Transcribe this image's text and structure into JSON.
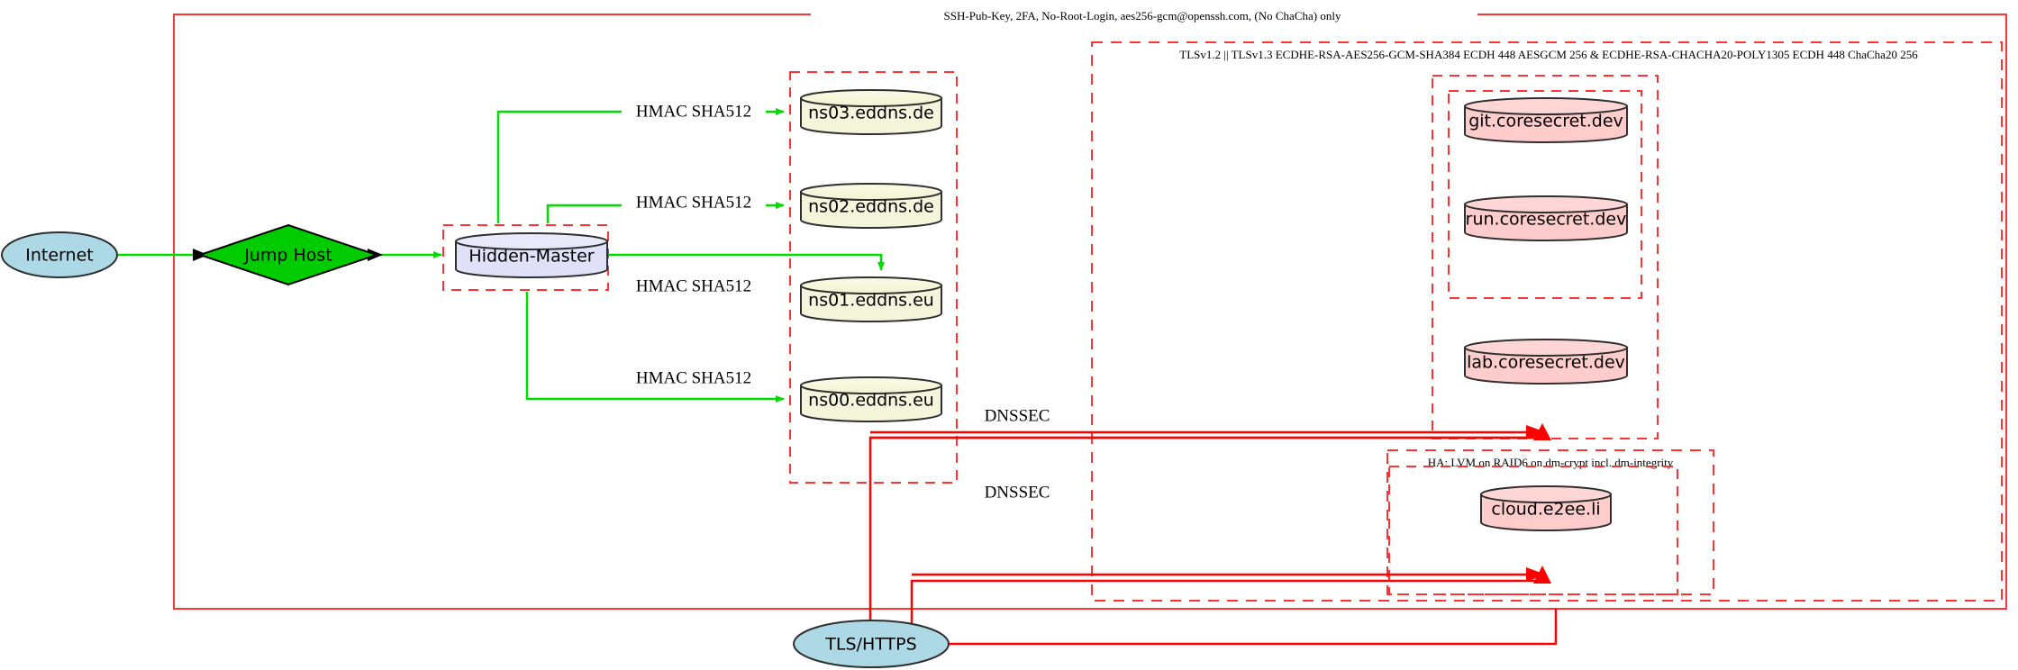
{
  "diagram": {
    "type": "network-architecture-graph",
    "colors": {
      "cluster_border": "#ff3333",
      "ssh_edge": "#00dd00",
      "tls_edge": "#ff0000",
      "internet_fill": "#add8e6",
      "jumphost_fill": "#00cc00",
      "hidden_master_fill": "#e0e0f8",
      "dns_fill": "#f5f5dc",
      "secret_fill": "#ffcccc",
      "node_stroke": "#2f2f2f"
    },
    "clusters": [
      {
        "id": "cluster-ssh",
        "label": "SSH-Pub-Key, 2FA, No-Root-Login, aes256-gcm@openssh.com, (No ChaCha) only"
      },
      {
        "id": "cluster-tls",
        "label": "TLSv1.2 || TLSv1.3 ECDHE-RSA-AES256-GCM-SHA384 ECDH 448 AESGCM 256 & ECDHE-RSA-CHACHA20-POLY1305 ECDH 448 ChaCha20 256"
      },
      {
        "id": "cluster-ha",
        "label": "HA: LVM on RAID6 on dm-crypt incl. dm-integrity"
      },
      {
        "id": "cluster-hidden",
        "label": ""
      },
      {
        "id": "cluster-dns",
        "label": ""
      },
      {
        "id": "cluster-coresecret",
        "label": ""
      },
      {
        "id": "cluster-cloud",
        "label": ""
      }
    ],
    "nodes": [
      {
        "id": "internet",
        "label": "Internet",
        "shape": "ellipse"
      },
      {
        "id": "jumphost",
        "label": "Jump Host",
        "shape": "diamond"
      },
      {
        "id": "hidden-master",
        "label": "Hidden-Master",
        "shape": "cylinder"
      },
      {
        "id": "ns03",
        "label": "ns03.eddns.de",
        "shape": "cylinder"
      },
      {
        "id": "ns02",
        "label": "ns02.eddns.de",
        "shape": "cylinder"
      },
      {
        "id": "ns01",
        "label": "ns01.eddns.eu",
        "shape": "cylinder"
      },
      {
        "id": "ns00",
        "label": "ns00.eddns.eu",
        "shape": "cylinder"
      },
      {
        "id": "git",
        "label": "git.coresecret.dev",
        "shape": "cylinder"
      },
      {
        "id": "run",
        "label": "run.coresecret.dev",
        "shape": "cylinder"
      },
      {
        "id": "lab",
        "label": "lab.coresecret.dev",
        "shape": "cylinder"
      },
      {
        "id": "cloud",
        "label": "cloud.e2ee.li",
        "shape": "cylinder"
      },
      {
        "id": "tls-https",
        "label": "TLS/HTTPS",
        "shape": "ellipse"
      }
    ],
    "edges": [
      {
        "from": "internet",
        "to": "jumphost",
        "label": "",
        "color": "green"
      },
      {
        "from": "jumphost",
        "to": "hidden-master",
        "label": "",
        "color": "green"
      },
      {
        "from": "hidden-master",
        "to": "ns03",
        "label": "HMAC SHA512",
        "color": "green"
      },
      {
        "from": "hidden-master",
        "to": "ns02",
        "label": "HMAC SHA512",
        "color": "green"
      },
      {
        "from": "hidden-master",
        "to": "ns01",
        "label": "HMAC SHA512",
        "color": "green"
      },
      {
        "from": "hidden-master",
        "to": "ns00",
        "label": "HMAC SHA512",
        "color": "green"
      },
      {
        "from": "tls-https",
        "to": "cluster-coresecret",
        "label": "DNSSEC",
        "color": "red"
      },
      {
        "from": "tls-https",
        "to": "cluster-cloud",
        "label": "DNSSEC",
        "color": "red"
      }
    ],
    "edge_labels": {
      "hmac": "HMAC SHA512",
      "dnssec": "DNSSEC"
    }
  }
}
